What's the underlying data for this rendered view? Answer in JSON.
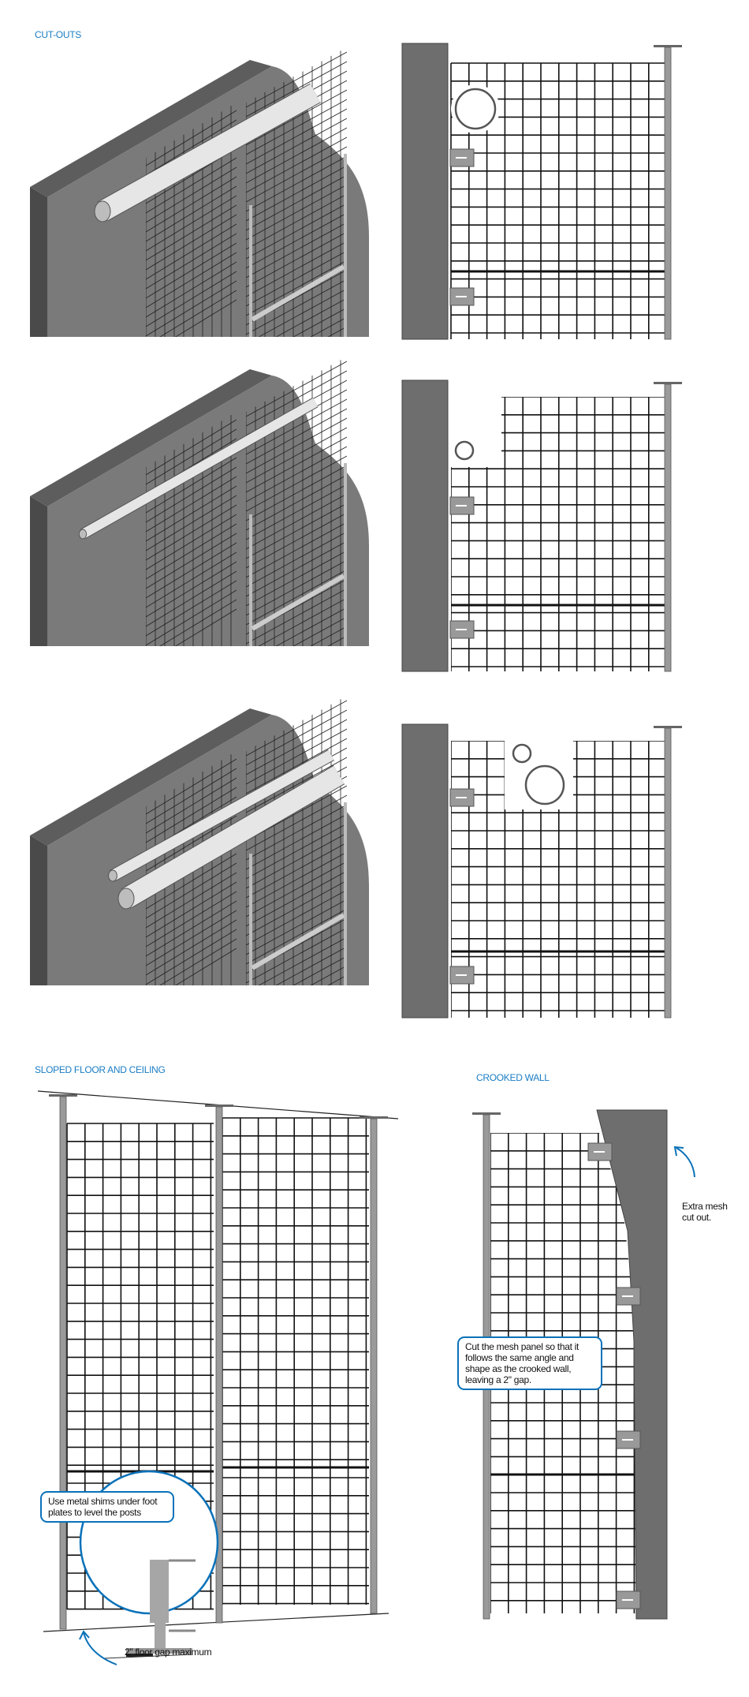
{
  "sections": {
    "cutouts": {
      "title": "CUT-OUTS"
    },
    "sloped": {
      "title": "SLOPED FLOOR AND CEILING",
      "callout": "Use metal shims under foot plates to level the posts",
      "floor_note": "2\" floor gap maximum"
    },
    "crooked": {
      "title": "CROOKED WALL",
      "side_note": "Extra mesh cut out.",
      "callout": "Cut the mesh panel so that it follows the same angle and shape as the crooked wall, leaving a 2\" gap."
    }
  },
  "colors": {
    "accent": "#0a72b9",
    "wall": "#6e6e6e",
    "mesh": "#111111",
    "post": "#9a9a9a"
  }
}
